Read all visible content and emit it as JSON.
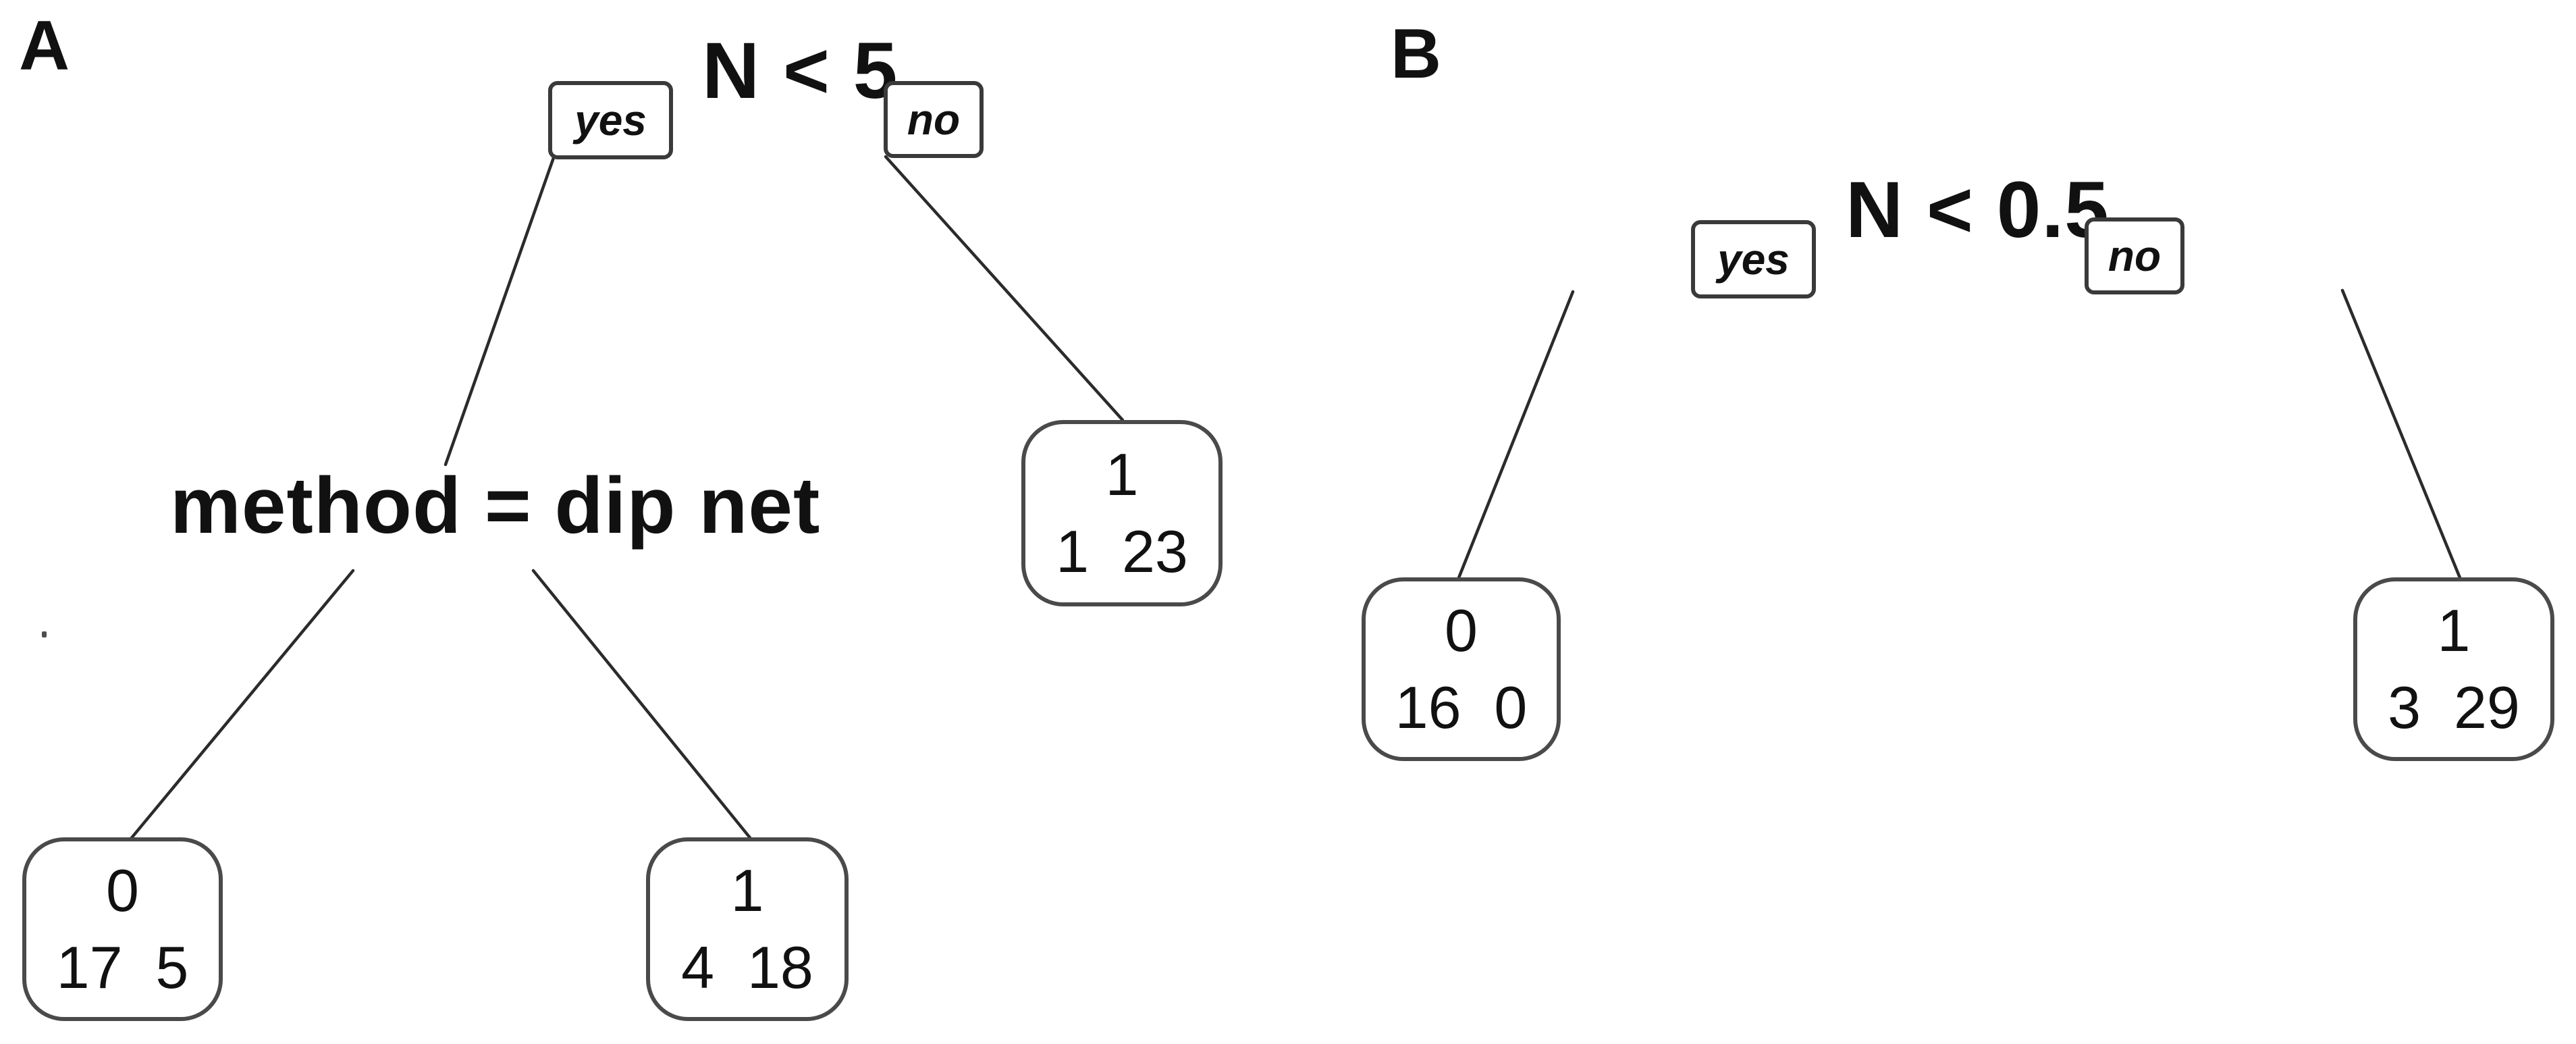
{
  "figure": {
    "background_color": "#ffffff",
    "line_color": "#2b2b2b",
    "text_color": "#111111",
    "type": "decision-tree-diagram",
    "panel_count": 2
  },
  "panels": [
    {
      "label": "A",
      "root": {
        "split_label": "N < 5",
        "yes_label": "yes",
        "no_label": "no"
      },
      "internal": {
        "split_label": "method = dip net"
      },
      "leaves": [
        {
          "class_label": "0",
          "counts": "17  5",
          "count_left": "17",
          "count_right": "5"
        },
        {
          "class_label": "1",
          "counts": "4  18",
          "count_left": "4",
          "count_right": "18"
        },
        {
          "class_label": "1",
          "counts": "1  23",
          "count_left": "1",
          "count_right": "23"
        }
      ]
    },
    {
      "label": "B",
      "root": {
        "split_label": "N < 0.5",
        "yes_label": "yes",
        "no_label": "no"
      },
      "leaves": [
        {
          "class_label": "0",
          "counts": "16  0",
          "count_left": "16",
          "count_right": "0"
        },
        {
          "class_label": "1",
          "counts": "3  29",
          "count_left": "3",
          "count_right": "29"
        }
      ]
    }
  ],
  "chart_data": {
    "type": "diagram",
    "title": "",
    "subtitle": "",
    "description": "Two classification decision trees, panels A and B",
    "trees": [
      {
        "panel": "A",
        "nodes": [
          {
            "id": "a-root",
            "kind": "split",
            "text": "N < 5",
            "yes_branch": "a-internal",
            "no_branch": "a-leaf-3"
          },
          {
            "id": "a-internal",
            "kind": "split",
            "text": "method = dip net",
            "left_branch": "a-leaf-1",
            "right_branch": "a-leaf-2"
          },
          {
            "id": "a-leaf-1",
            "kind": "leaf",
            "predicted_class": "0",
            "counts": [
              17,
              5
            ]
          },
          {
            "id": "a-leaf-2",
            "kind": "leaf",
            "predicted_class": "1",
            "counts": [
              4,
              18
            ]
          },
          {
            "id": "a-leaf-3",
            "kind": "leaf",
            "predicted_class": "1",
            "counts": [
              1,
              23
            ]
          }
        ]
      },
      {
        "panel": "B",
        "nodes": [
          {
            "id": "b-root",
            "kind": "split",
            "text": "N < 0.5",
            "yes_branch": "b-leaf-1",
            "no_branch": "b-leaf-2"
          },
          {
            "id": "b-leaf-1",
            "kind": "leaf",
            "predicted_class": "0",
            "counts": [
              16,
              0
            ]
          },
          {
            "id": "b-leaf-2",
            "kind": "leaf",
            "predicted_class": "1",
            "counts": [
              3,
              29
            ]
          }
        ]
      }
    ]
  }
}
